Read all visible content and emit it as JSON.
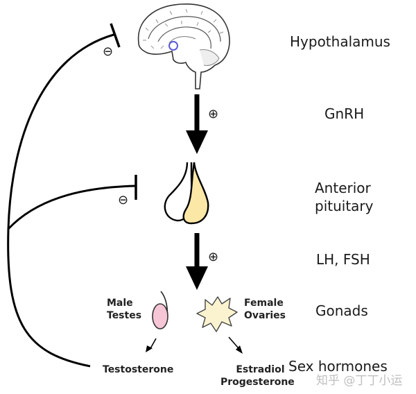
{
  "diagram": {
    "levels": [
      {
        "label": "Hypothalamus"
      },
      {
        "label": "GnRH"
      },
      {
        "label": "Anterior\npituitary"
      },
      {
        "label": "LH, FSH"
      },
      {
        "label": "Gonads"
      },
      {
        "label": "Sex hormones"
      }
    ],
    "gonads": {
      "male_label_line1": "Male",
      "male_label_line2": "Testes",
      "female_label_line1": "Female",
      "female_label_line2": "Ovaries"
    },
    "hormones": {
      "male": "Testosterone",
      "female_line1": "Estradiol",
      "female_line2": "Progesterone"
    },
    "signs": {
      "stimulate": "⊕",
      "inhibit": "⊖"
    },
    "colors": {
      "pituitary_posterior": "#fbe7a6",
      "testes": "#f6c6d6",
      "ovaries": "#fbf3cf",
      "hypothalamus_marker": "#5b5bd6",
      "line": "#000000"
    },
    "watermark": "知乎 @丁丁小运"
  }
}
